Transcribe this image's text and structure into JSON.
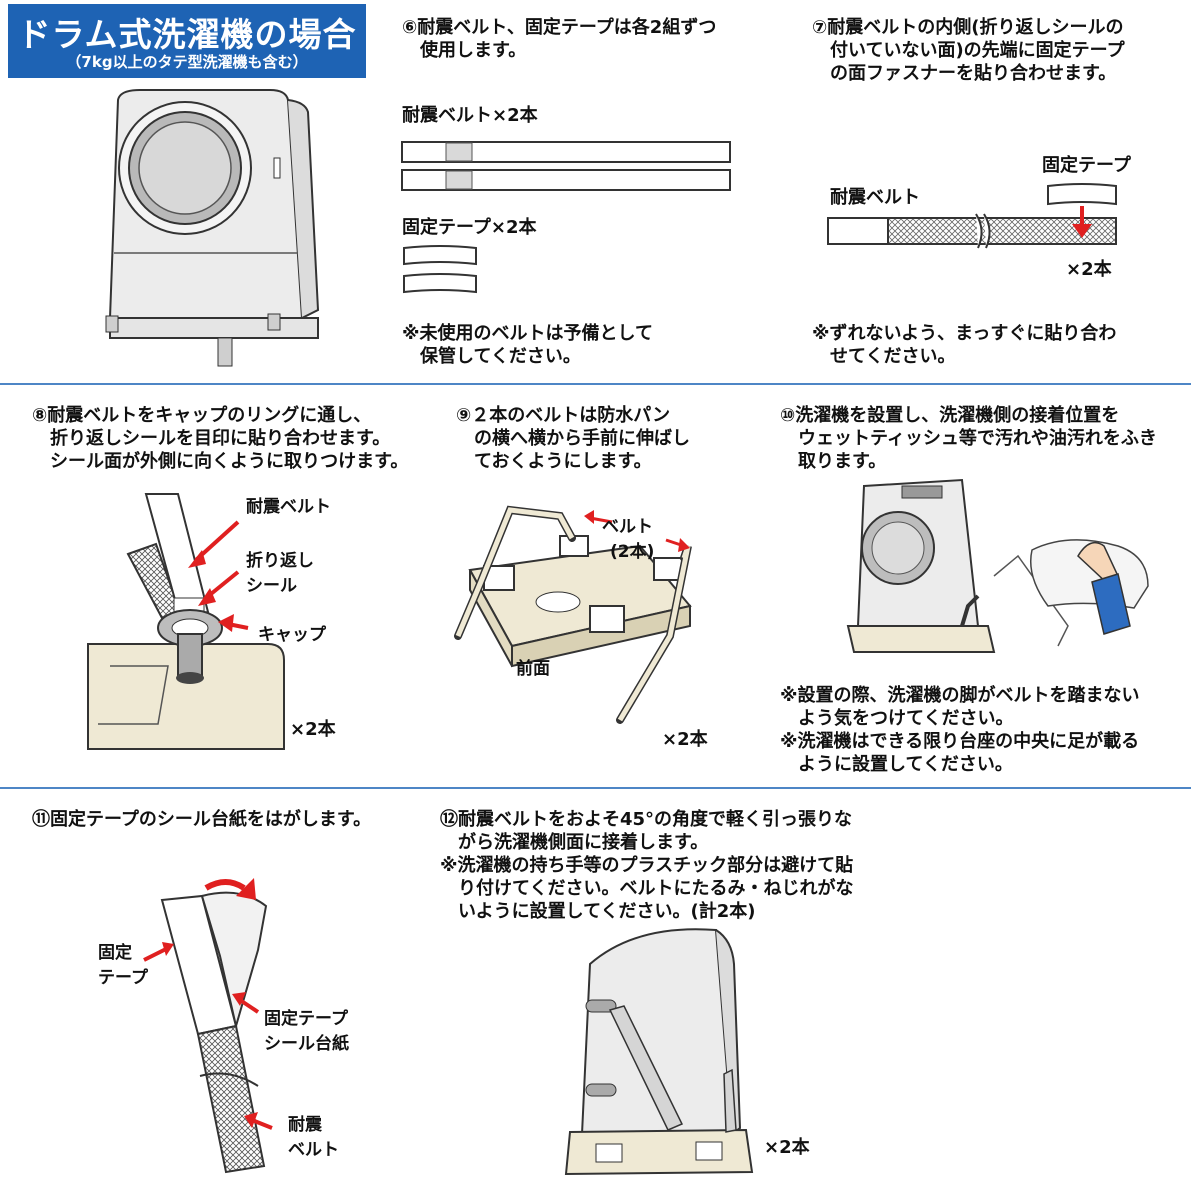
{
  "header": {
    "title": "ドラム式洗濯機の場合",
    "subtitle": "（7kg以上のタテ型洗濯機も含む）"
  },
  "step6": {
    "line1": "⑥耐震ベルト、固定テープは各2組ずつ",
    "line2": "使用します。",
    "belt_label": "耐震ベルト×2本",
    "tape_label": "固定テープ×2本",
    "note1": "※未使用のベルトは予備として",
    "note2": "保管してください。"
  },
  "step7": {
    "line1": "⑦耐震ベルトの内側(折り返しシールの",
    "line2": "付いていない面)の先端に固定テープ",
    "line3": "の面ファスナーを貼り合わせます。",
    "tape_label": "固定テープ",
    "belt_label": "耐震ベルト",
    "count": "×2本",
    "note1": "※ずれないよう、まっすぐに貼り合わ",
    "note2": "せてください。"
  },
  "step8": {
    "line1": "⑧耐震ベルトをキャップのリングに通し、",
    "line2": "折り返しシールを目印に貼り合わせます。",
    "line3": "シール面が外側に向くように取りつけます。",
    "label_belt": "耐震ベルト",
    "label_seal1": "折り返し",
    "label_seal2": "シール",
    "label_cap": "キャップ",
    "count": "×2本"
  },
  "step9": {
    "line1": "⑨２本のベルトは防水パン",
    "line2": "の横へ横から手前に伸ばし",
    "line3": "ておくようにします。",
    "label_belt1": "ベルト",
    "label_belt2": "(2本)",
    "label_front": "前面",
    "count": "×2本"
  },
  "step10": {
    "line1": "⑩洗濯機を設置し、洗濯機側の接着位置を",
    "line2": "ウェットティッシュ等で汚れや油汚れをふき",
    "line3": "取ります。",
    "note1": "※設置の際、洗濯機の脚がベルトを踏まない",
    "note2": "よう気をつけてください。",
    "note3": "※洗濯機はできる限り台座の中央に足が載る",
    "note4": "ように設置してください。"
  },
  "step11": {
    "line1": "⑪固定テープのシール台紙をはがします。",
    "label_tape1": "固定",
    "label_tape2": "テープ",
    "label_paper1": "固定テープ",
    "label_paper2": "シール台紙",
    "label_belt1": "耐震",
    "label_belt2": "ベルト"
  },
  "step12": {
    "line1": "⑫耐震ベルトをおよそ45°の角度で軽く引っ張りな",
    "line2": "がら洗濯機側面に接着します。",
    "line3": "※洗濯機の持ち手等のプラスチック部分は避けて貼",
    "line4": "り付けてください。ベルトにたるみ・ねじれがな",
    "line5": "いように設置してください。(計2本)",
    "count": "×2本"
  },
  "colors": {
    "header_bg": "#1e63b4",
    "divider": "#4d86c6",
    "arrow_red": "#e02020",
    "base_cream": "#efe9d4",
    "machine_gray": "#e9e9e9"
  }
}
